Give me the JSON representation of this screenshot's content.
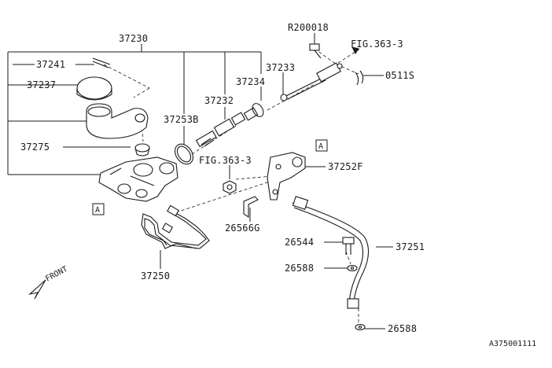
{
  "callouts": {
    "p37230": "37230",
    "p37241": "37241",
    "p37237": "37237",
    "p37275": "37275",
    "p37253b": "37253B",
    "p37232": "37232",
    "p37234": "37234",
    "p37233": "37233",
    "pR200018": "R200018",
    "fig_top": "FIG.363-3",
    "p0511s": "0511S",
    "fig_mid": "FIG.363-3",
    "p37252f": "37252F",
    "p26566g": "26566G",
    "p26544": "26544",
    "p37251": "37251",
    "p26588a": "26588",
    "p26588b": "26588",
    "p37250": "37250",
    "ref_a_left": "A",
    "ref_a_right": "A",
    "front": "FRONT"
  },
  "footer": {
    "diagram_id": "A375001111"
  }
}
